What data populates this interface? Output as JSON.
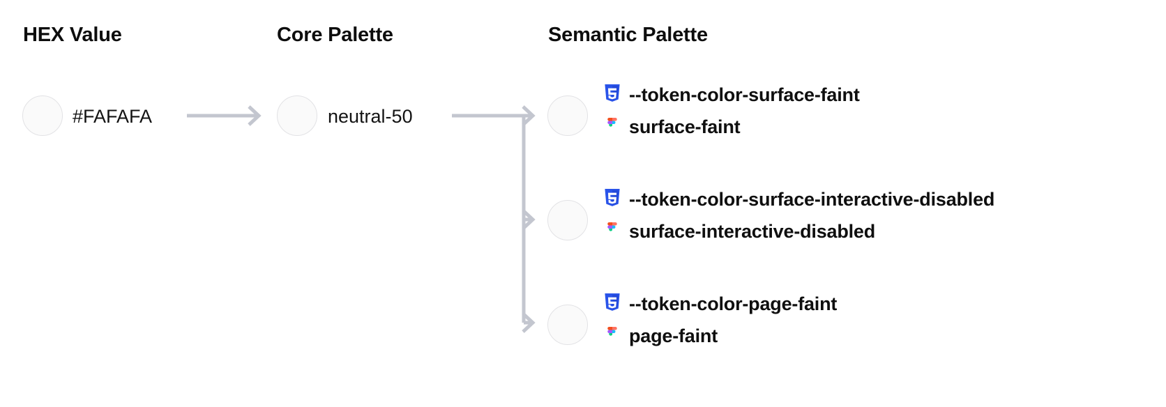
{
  "headings": {
    "hex": "HEX Value",
    "core": "Core Palette",
    "semantic": "Semantic Palette"
  },
  "hex": {
    "value": "#FAFAFA",
    "swatch_color": "#FAFAFA",
    "swatch_border": "#E2E2E5"
  },
  "core": {
    "value": "neutral-50",
    "swatch_color": "#FAFAFA"
  },
  "connector": {
    "color": "#C3C6CF",
    "arrow_icon": "arrow-right-icon"
  },
  "icons": {
    "css": "css3-icon",
    "figma": "figma-icon",
    "css_color": "#2953E9",
    "figma_colors": [
      "#F24E1E",
      "#FF7262",
      "#A259FF",
      "#1ABCFE",
      "#0ACF83"
    ]
  },
  "semantic": {
    "rows": [
      {
        "css_token": "--token-color-surface-faint",
        "figma_token": "surface-faint",
        "swatch_color": "#FAFAFA"
      },
      {
        "css_token": "--token-color-surface-interactive-disabled",
        "figma_token": "surface-interactive-disabled",
        "swatch_color": "#FAFAFA"
      },
      {
        "css_token": "--token-color-page-faint",
        "figma_token": "page-faint",
        "swatch_color": "#FAFAFA"
      }
    ]
  }
}
